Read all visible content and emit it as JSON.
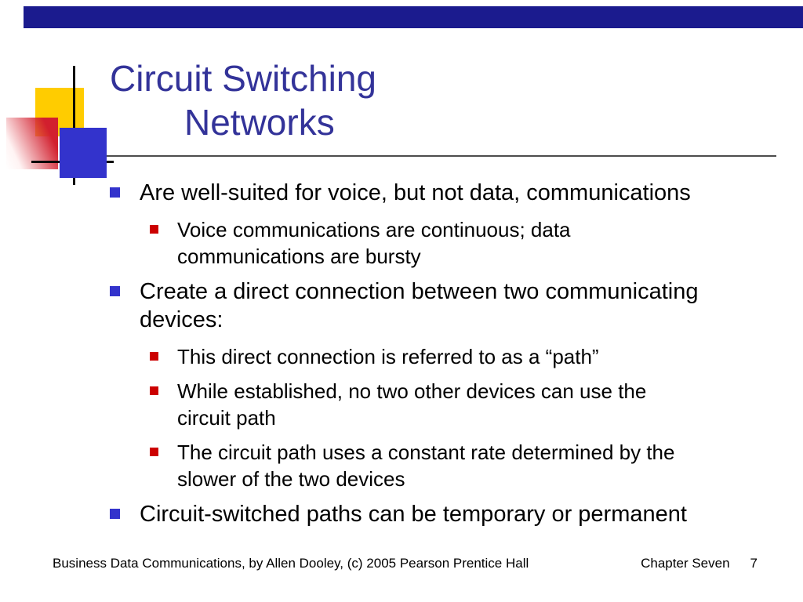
{
  "slide": {
    "title": {
      "line1": "Circuit Switching",
      "line2": "Networks"
    },
    "bullets": [
      {
        "level": 1,
        "text": "Are well-suited for voice, but not data, communications"
      },
      {
        "level": 2,
        "text": "Voice communications are continuous; data\ncommunications are bursty"
      },
      {
        "level": 1,
        "text": "Create a direct connection between two communicating\ndevices:"
      },
      {
        "level": 2,
        "text": "This direct connection is referred to as a “path”"
      },
      {
        "level": 2,
        "text": "While established, no two other devices can use the\ncircuit path"
      },
      {
        "level": 2,
        "text": "The circuit path uses a constant rate determined by the\nslower of the two devices"
      },
      {
        "level": 1,
        "text": "Circuit-switched paths can be temporary or permanent"
      }
    ],
    "footer": {
      "left": "Business Data Communications, by Allen Dooley, (c) 2005 Pearson Prentice Hall",
      "chapter": "Chapter Seven",
      "page_number": "7"
    },
    "colors": {
      "top_bar": "#1b1b8e",
      "title_text": "#333399",
      "bullet_level1": "#3333cc",
      "bullet_level2": "#cc0000",
      "deco_yellow": "#ffcc00",
      "deco_blue": "#3333cc",
      "deco_red": "#d21f2e"
    }
  }
}
